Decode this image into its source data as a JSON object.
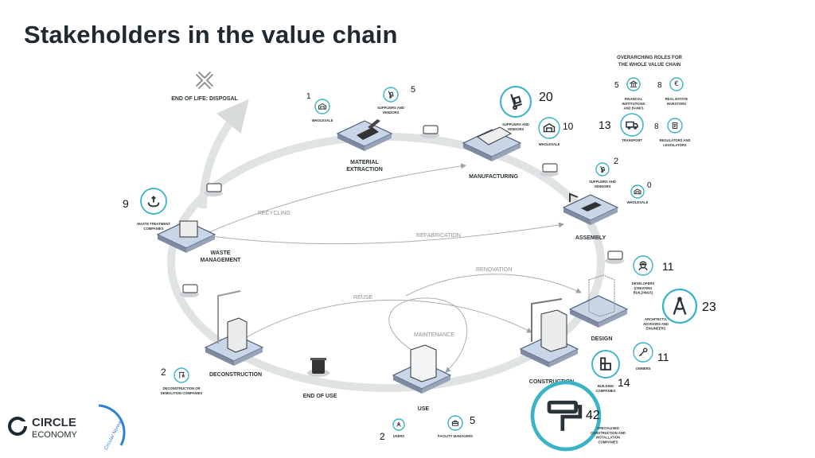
{
  "title": "Stakeholders in the value chain",
  "overarching": {
    "heading_line1": "OVERARCHING ROLES FOR",
    "heading_line2": "THE WHOLE VALUE CHAIN",
    "roles": [
      {
        "count": "5",
        "label": [
          "FINANCIAL",
          "INSTITUTIONS",
          "AND BANKS"
        ],
        "icon": "bank-icon"
      },
      {
        "count": "8",
        "label": [
          "REAL ESTATE",
          "INVESTORS"
        ],
        "icon": "euro-icon"
      },
      {
        "count": "13",
        "label": [
          "TRANSPORT"
        ],
        "icon": "truck-icon"
      },
      {
        "count": "8",
        "label": [
          "REGULATORS AND",
          "LEGISLATORS"
        ],
        "icon": "document-icon"
      }
    ]
  },
  "stages": {
    "disposal": "END OF LIFE: DISPOSAL",
    "material_extraction": [
      "MATERIAL",
      "EXTRACTION"
    ],
    "manufacturing": "MANUFACTURING",
    "assembly": "ASSEMBLY",
    "design": "DESIGN",
    "construction": "CONSTRUCTION",
    "use": "USE",
    "end_of_use": "END OF USE",
    "deconstruction": "DECONSTRUCTION",
    "waste_management": [
      "WASTE",
      "MANAGEMENT"
    ]
  },
  "flows": {
    "recycling": "RECYCLING",
    "refabrication": "REFABRICATION",
    "renovation": "RENOVATION",
    "reuse": "REUSE",
    "maintenance": "MAINTENANCE"
  },
  "stakeholders": {
    "wholesale_extraction": {
      "count": "1",
      "label": [
        "WHOLESALE"
      ],
      "icon": "warehouse-icon"
    },
    "suppliers_extraction": {
      "count": "5",
      "label": [
        "SUPPLIERS AND",
        "VENDORS"
      ],
      "icon": "hand-truck-icon"
    },
    "suppliers_manufacturing": {
      "count": "20",
      "label": [
        "SUPPLIERS AND",
        "VENDORS"
      ],
      "icon": "hand-truck-icon"
    },
    "wholesale_manufacturing": {
      "count": "10",
      "label": [
        "WHOLESALE"
      ],
      "icon": "warehouse-icon"
    },
    "suppliers_assembly": {
      "count": "2",
      "label": [
        "SUPPLIERS AND",
        "VENDORS"
      ],
      "icon": "hand-truck-icon"
    },
    "wholesale_assembly": {
      "count": "0",
      "label": [
        "WHOLESALE"
      ],
      "icon": "warehouse-icon"
    },
    "developers": {
      "count": "11",
      "label": [
        "DEVELOPERS",
        "(CREATING",
        "BUILDINGS)"
      ],
      "icon": "worker-icon"
    },
    "architects": {
      "count": "23",
      "label": [
        "ARCHITECTS,",
        "ADVISORS AND",
        "ENGINEERS"
      ],
      "icon": "compass-icon"
    },
    "owners": {
      "count": "11",
      "label": [
        "OWNERS"
      ],
      "icon": "key-icon"
    },
    "building_companies": {
      "count": "14",
      "label": [
        "BUILDING",
        "COMPANIES"
      ],
      "icon": "bricks-icon"
    },
    "specialised": {
      "count": "42",
      "label": [
        "SPECIALISED",
        "CONSTRUCTION AND",
        "INSTALLATION",
        "COMPANIES"
      ],
      "icon": "paint-roller-icon"
    },
    "users": {
      "count": "2",
      "label": [
        "USERS"
      ],
      "icon": "user-icon"
    },
    "facility_managers": {
      "count": "5",
      "label": [
        "FACILITY MANAGERS"
      ],
      "icon": "toolbox-icon"
    },
    "demolition": {
      "count": "2",
      "label": [
        "DECONSTRUCTION OR",
        "DEMOLITION COMPANIES"
      ],
      "icon": "crane-icon"
    },
    "waste_treatment": {
      "count": "9",
      "label": [
        "WASTE TREATMENT",
        "COMPANIES"
      ],
      "icon": "recycle-icon"
    }
  },
  "logo": {
    "line1": "CIRCLE",
    "line2": "ECONOMY",
    "badge": "Circular Norway"
  },
  "colors": {
    "accent": "#3bb3c7",
    "ring": "#d8dbdc",
    "text": "#1f2a30",
    "badge": "#2e7fd6"
  }
}
